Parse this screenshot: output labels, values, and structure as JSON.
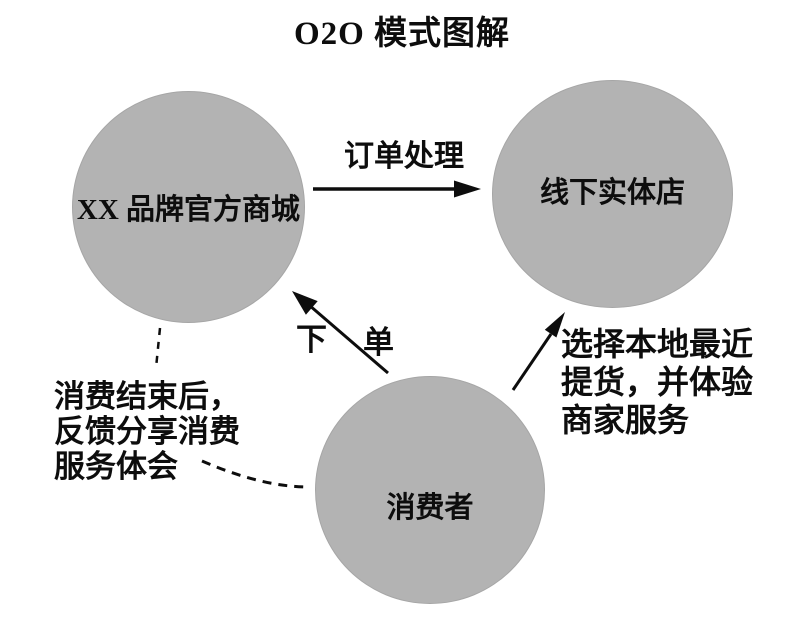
{
  "title": "O2O 模式图解",
  "nodes": {
    "brand_mall": {
      "label": "XX 品牌官方商城"
    },
    "offline_store": {
      "label": "线下实体店"
    },
    "consumer": {
      "label": "消费者"
    }
  },
  "edges": {
    "order_processing": {
      "label": "订单处理"
    },
    "place_order": {
      "label": "下 单",
      "label_parts": [
        "下",
        "单"
      ]
    },
    "local_pickup": {
      "lines": [
        "选择本地最近",
        "提货，并体验",
        "商家服务"
      ]
    },
    "feedback": {
      "lines": [
        "消费结束后，",
        "反馈分享消费",
        "服务体会"
      ]
    }
  },
  "colors": {
    "background": "#ffffff",
    "circle_fill": "#b3b3b3",
    "circle_edge": "#a6a6a6",
    "line": "#0d0d0d",
    "text": "#0d0d0d"
  }
}
